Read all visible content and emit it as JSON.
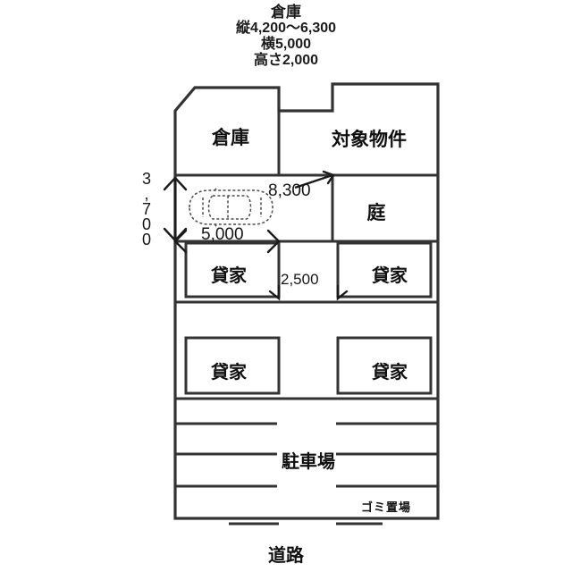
{
  "header": {
    "title": "倉庫",
    "lines": [
      "縦4,200〜6,300",
      "横5,000",
      "高さ2,000"
    ]
  },
  "plan": {
    "areas": {
      "warehouse": "倉庫",
      "subject_property": "対象物件",
      "garden": "庭",
      "rental_house_1": "貸家",
      "rental_house_2": "貸家",
      "rental_house_3": "貸家",
      "rental_house_4": "貸家",
      "parking": "駐車場",
      "garbage_area": "ゴミ置場",
      "road": "道路"
    },
    "dimensions": {
      "car_width_5000": "5,000",
      "depth_8300": "8,300",
      "gap_2500": "2,500",
      "height_3700": "3,700"
    },
    "icons": {
      "car": "car-top-view-icon"
    }
  },
  "colors": {
    "line": "#333333",
    "text": "#101010",
    "background": "#ffffff"
  }
}
